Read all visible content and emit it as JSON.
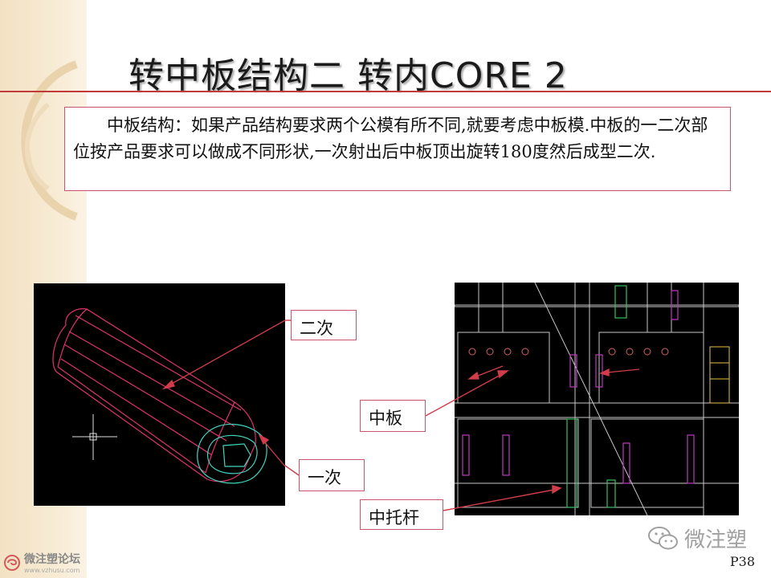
{
  "slide": {
    "title": "转中板结构二 转内CORE 2",
    "paragraph": "中板结构：如果产品结构要求两个公模有所不同,就要考虑中板模.中板的一二次部位按产品要求可以做成不同形状,一次射出后中板顶出旋转180度然后成型二次.",
    "page_number": "P38"
  },
  "labels": {
    "second_shot": "二次",
    "first_shot": "一次",
    "middle_plate": "中板",
    "middle_plate_rod": "中托杆"
  },
  "watermark": {
    "text": "微注塑",
    "icon": "wechat-icon"
  },
  "forum": {
    "name": "微注塑论坛",
    "url": "www.vzhusu.com",
    "icon": "swirl-logo-icon"
  },
  "colors": {
    "rule": "#c23a3a",
    "box_border": "#c8556b",
    "arrow": "#d23c4a",
    "band": "#f5e6cc"
  }
}
